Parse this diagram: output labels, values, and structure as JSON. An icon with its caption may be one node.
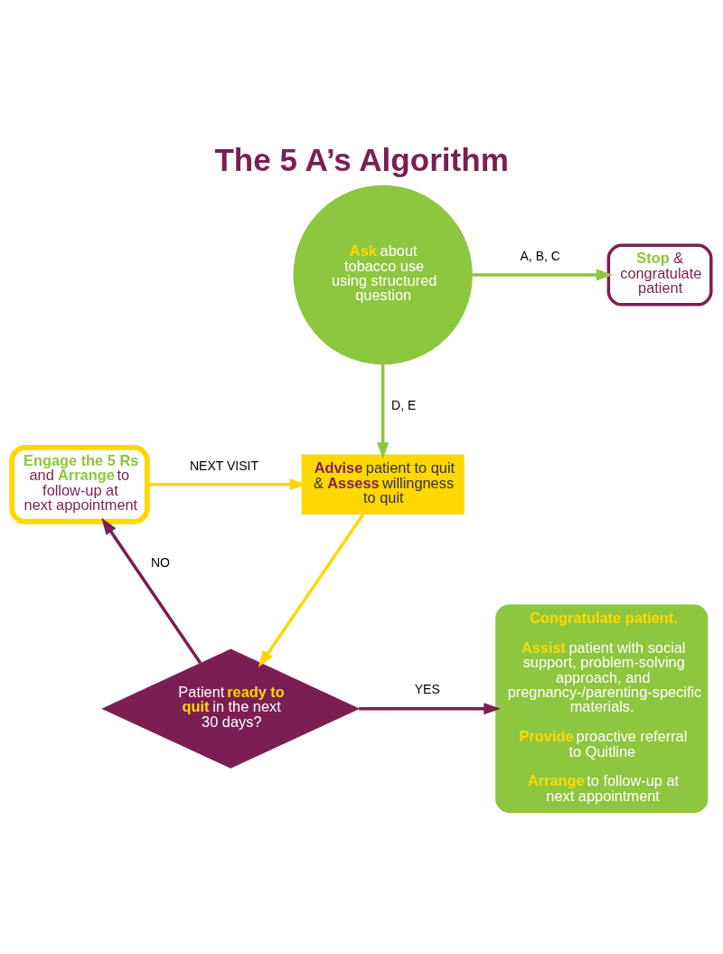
{
  "diagram": {
    "title": "The 5 A’s Algorithm",
    "nodes": [
      {
        "text": [
          "**Ask** about tobacco use using structured question"
        ]
      },
      {
        "text": [
          "**Stop** & congratulate patient"
        ]
      },
      {
        "text": [
          "**Engage the 5 Rs** and **Arrange** to follow-up at next appointment"
        ]
      },
      {
        "text": [
          "**Advise** patient to quit & **Assess** willingness to quit"
        ]
      },
      {
        "text": [
          "Patient **ready to quit** in the next 30 days?"
        ]
      },
      {
        "text": [
          "**Congratulate patient.**",
          "**Assist** patient with social support, problem-solving approach, and pregnancy-/parenting-specific materials.",
          "**Provide** proactive referral to Quitline",
          "**Arrange** to follow-up at next appointment"
        ]
      }
    ],
    "edges": [
      {
        "from": 0,
        "to": 1,
        "arrow": "to",
        "label": "A, B, C",
        "color": "#8dc63f"
      },
      {
        "from": 0,
        "to": 3,
        "arrow": "to",
        "label": "D, E",
        "color": "#8dc63f"
      },
      {
        "from": 2,
        "to": 3,
        "arrow": "to",
        "label": "NEXT VISIT",
        "color": "#ffd700"
      },
      {
        "from": 3,
        "to": 4,
        "arrow": "to",
        "color": "#ffd700"
      },
      {
        "from": 4,
        "to": 2,
        "arrow": "to",
        "label": "NO",
        "color": "#7b1f52"
      },
      {
        "from": 4,
        "to": 5,
        "arrow": "to",
        "label": "YES",
        "color": "#7b1f52"
      }
    ]
  }
}
